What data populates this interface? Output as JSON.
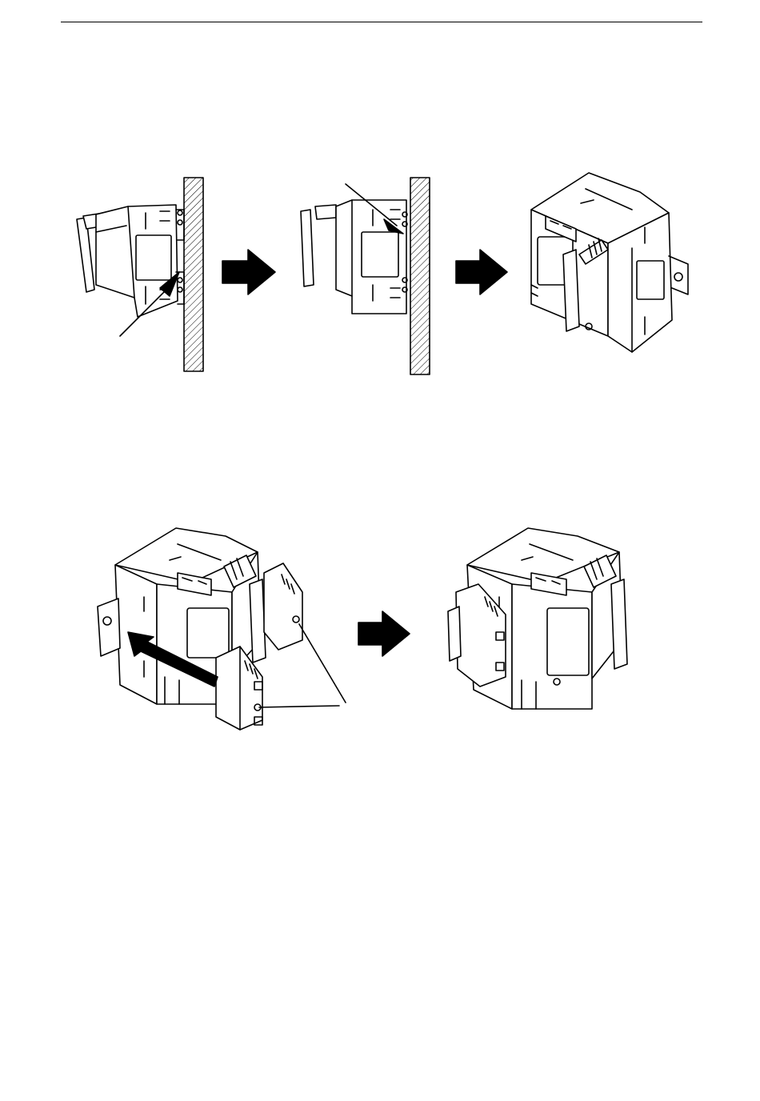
{
  "figure": {
    "sequence_1": [
      "side-view-module-tilted-against-rail",
      "side-view-module-seated-on-rail",
      "module-mounted-on-din-rail-3d"
    ],
    "sequence_2": [
      "attaching-terminal-block-connector",
      "connector-attached-assembled-view"
    ],
    "icons": [
      "large-right-arrow-icon",
      "insertion-arrow-icon",
      "callout-leader-line"
    ],
    "colors": {
      "ink": "#000000",
      "paper": "#ffffff"
    }
  }
}
